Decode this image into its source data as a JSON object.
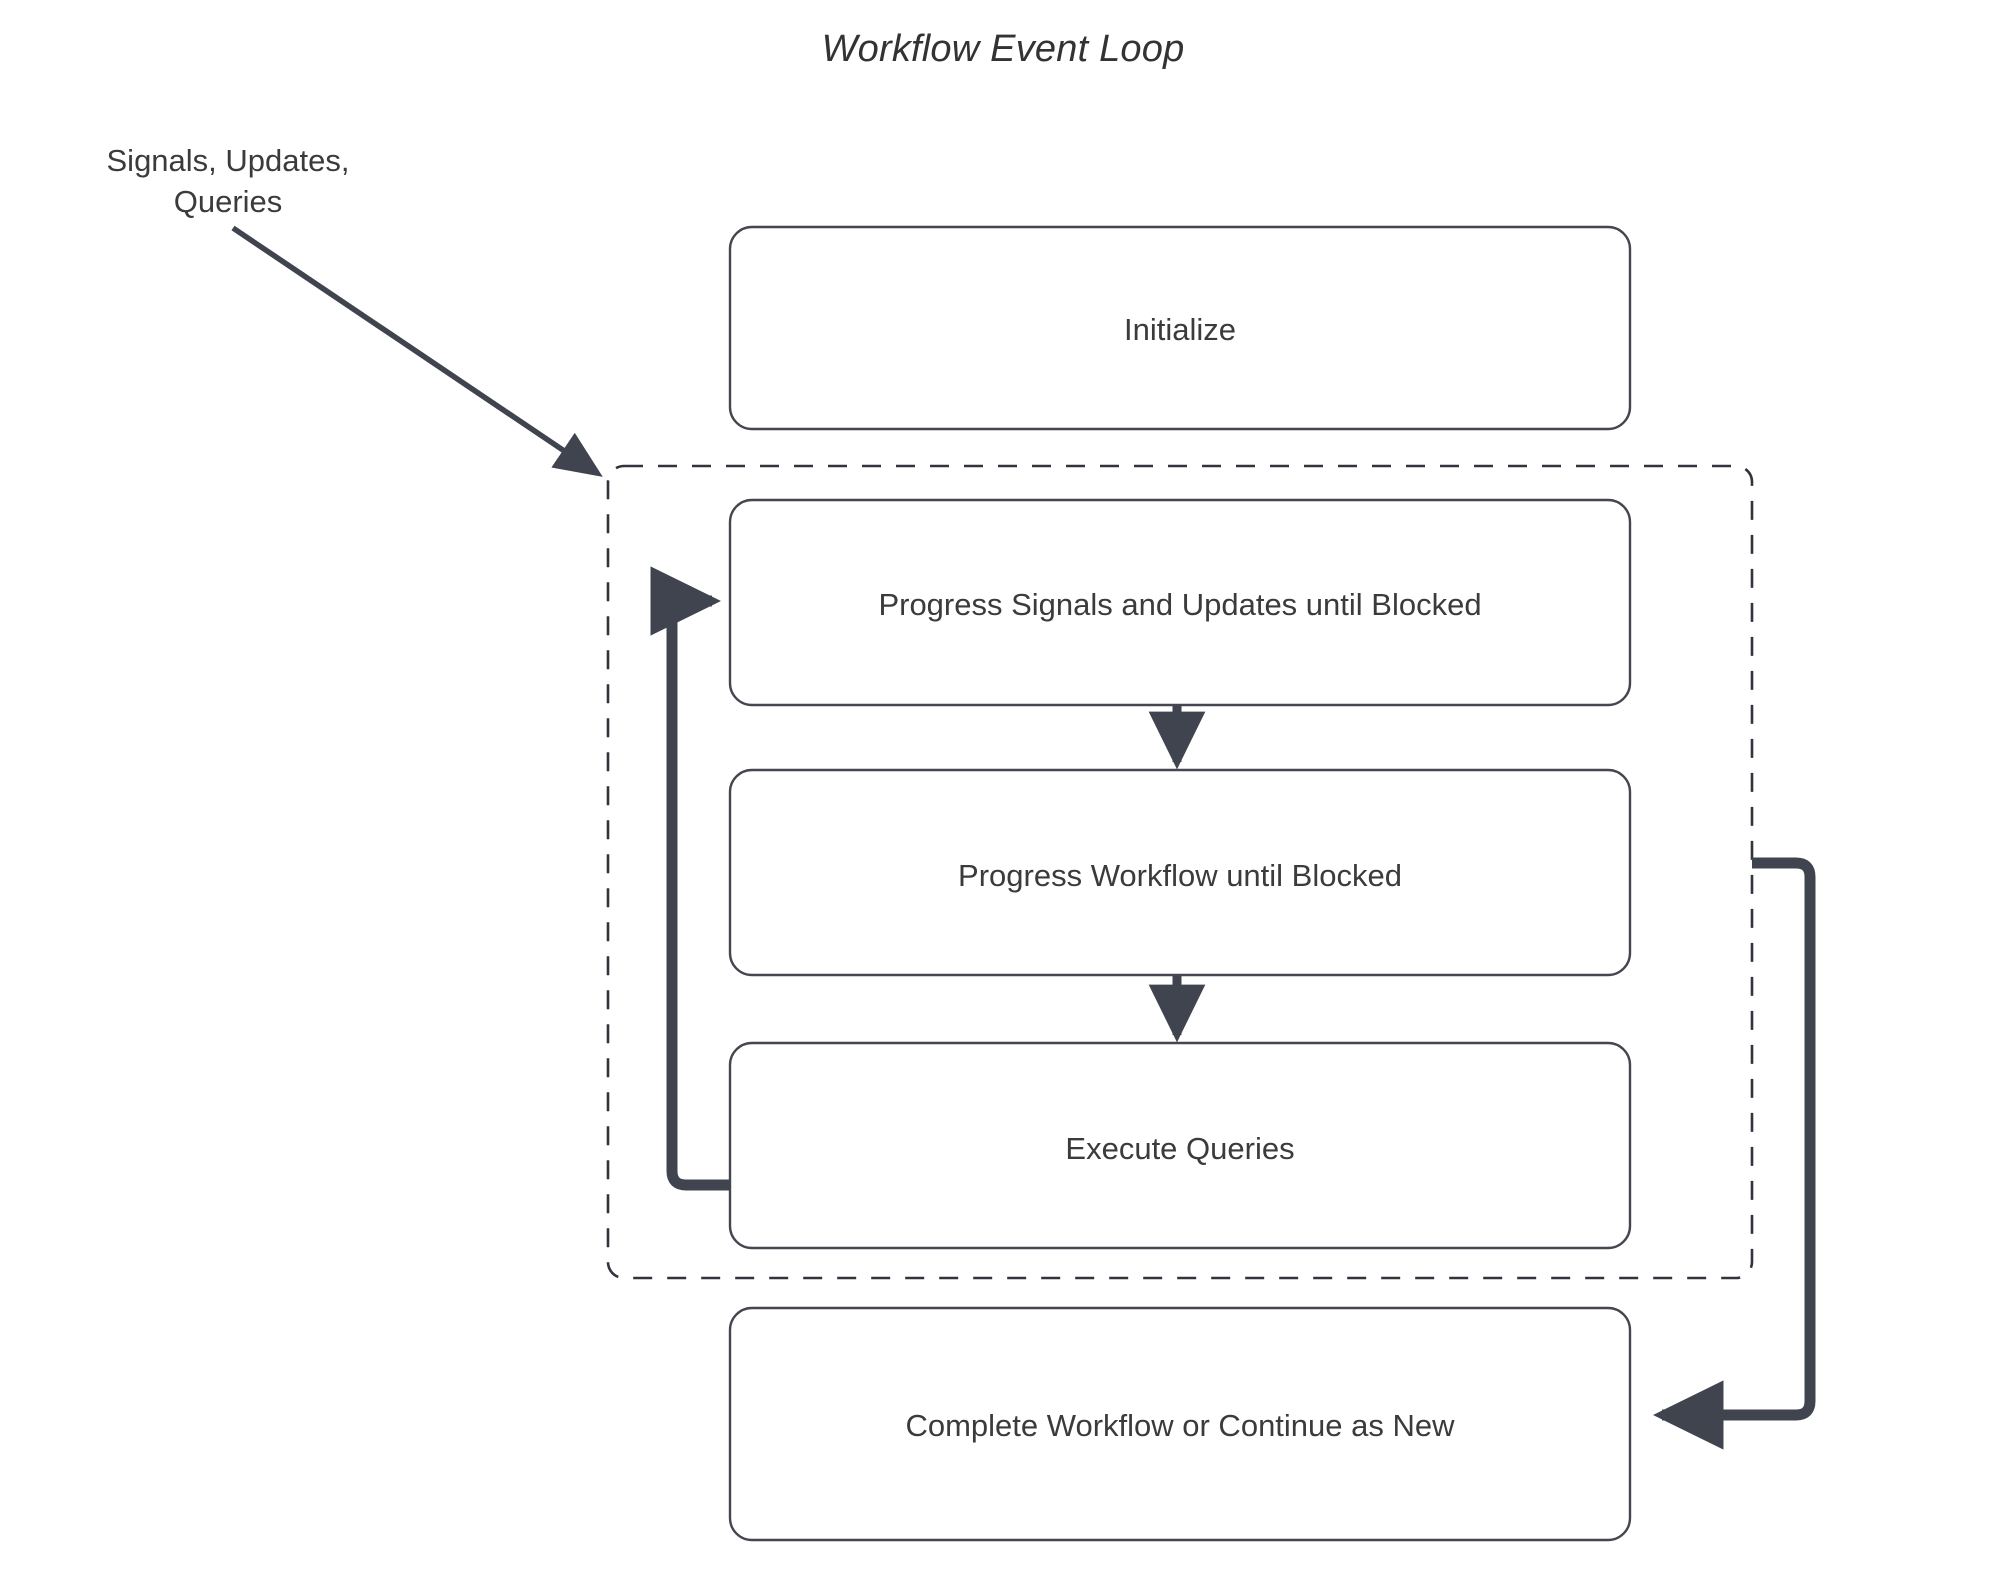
{
  "diagram": {
    "title": "Workflow Event Loop",
    "type": "flowchart",
    "colors": {
      "node_border": "#44474f",
      "node_fill": "#ffffff",
      "connector": "#3f444e",
      "container_border": "#33333d",
      "text": "#3b3b3b",
      "title_text": "#333333",
      "background": "#ffffff"
    },
    "external_label": {
      "line1": "Signals, Updates,",
      "line2": "Queries"
    },
    "nodes": [
      {
        "id": "initialize",
        "label": "Initialize",
        "shape": "rounded-rect",
        "in_loop": false
      },
      {
        "id": "progress-signals",
        "label": "Progress Signals and Updates until Blocked",
        "shape": "rounded-rect",
        "in_loop": true
      },
      {
        "id": "progress-workflow",
        "label": "Progress Workflow until Blocked",
        "shape": "rounded-rect",
        "in_loop": true
      },
      {
        "id": "execute-queries",
        "label": "Execute Queries",
        "shape": "rounded-rect",
        "in_loop": true
      },
      {
        "id": "complete-workflow",
        "label": "Complete Workflow or Continue as New",
        "shape": "rounded-rect",
        "in_loop": false
      }
    ],
    "loop_container": {
      "id": "event-loop-group",
      "style": "dashed",
      "label": ""
    },
    "edges": [
      {
        "from": "external-input",
        "to": "event-loop-group",
        "style": "solid",
        "arrow": "end",
        "kind": "diagonal"
      },
      {
        "from": "progress-signals",
        "to": "progress-workflow",
        "style": "solid",
        "arrow": "end",
        "kind": "vertical"
      },
      {
        "from": "progress-workflow",
        "to": "execute-queries",
        "style": "solid",
        "arrow": "end",
        "kind": "vertical"
      },
      {
        "from": "execute-queries",
        "to": "progress-signals",
        "style": "solid",
        "arrow": "end",
        "kind": "loop-back-left"
      },
      {
        "from": "event-loop-group",
        "to": "complete-workflow",
        "style": "solid",
        "arrow": "end",
        "kind": "loop-exit-right"
      }
    ]
  }
}
